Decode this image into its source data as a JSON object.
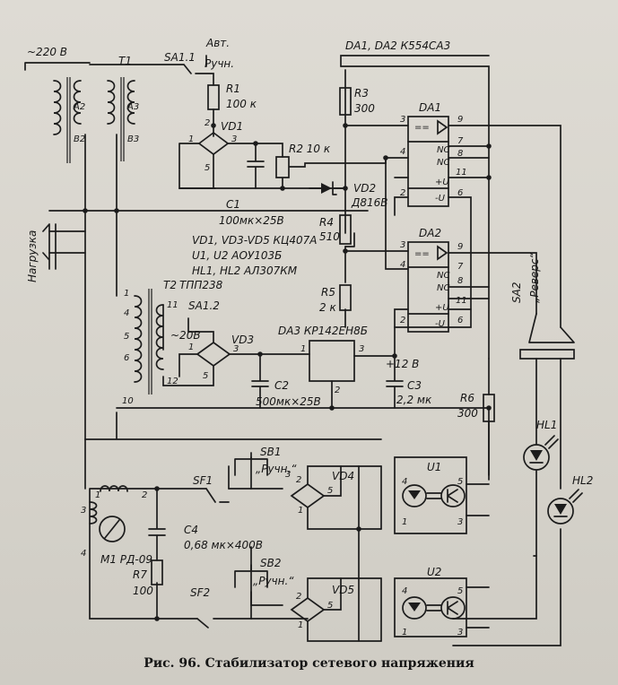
{
  "caption": "Рис. 96. Стабилизатор сетевого напряжения",
  "labels": {
    "mains": "~220 В",
    "t1": "T1",
    "a2": "А2",
    "b2": "В2",
    "a3": "А3",
    "b3": "В3",
    "sa11": "SA1.1",
    "avt": "Авт.",
    "ruchn": "Ручн.",
    "r1": "R1",
    "r1_val": "100 к",
    "vd1": "VD1",
    "c1": "C1",
    "c1_val": "100мк×25В",
    "r2": "R2 10 к",
    "vd2": "VD2",
    "vd2_val": "Д816В",
    "r3": "R3",
    "r3_val": "300",
    "r4": "R4",
    "r4_val": "510",
    "r5": "R5",
    "r5_val": "2 к",
    "da_hdr": "DA1, DA2  К554СА3",
    "da1": "DA1",
    "da2": "DA2",
    "parts1": "VD1, VD3-VD5  КЦ407А",
    "parts2": "U1, U2  АОУ103Б",
    "parts3": "HL1, HL2  АЛ307КМ",
    "load": "Нагрузка",
    "t2": "T2",
    "t2_val": "ТПП238",
    "sa12": "SA1.2",
    "v20": "~20В",
    "vd3": "VD3",
    "da3": "DA3  КР142ЕН8Б",
    "plus12": "+12 В",
    "c2": "C2",
    "c2_val": "500мк×25В",
    "c3": "C3",
    "c3_val": "2,2 мк",
    "r6": "R6",
    "r6_val": "300",
    "sa2": "SA2",
    "revers": "„Реверс“",
    "hl1": "HL1",
    "hl2": "HL2",
    "sb1": "SB1",
    "sb1_ruchn": "„Ручн.“",
    "sb2": "SB2",
    "sb2_ruchn": "„Ручн.“",
    "vd4": "VD4",
    "vd5": "VD5",
    "u1": "U1",
    "u2": "U2",
    "sf1": "SF1",
    "sf2": "SF2",
    "c4": "C4",
    "c4_val": "0,68 мк×400В",
    "r7": "R7",
    "r7_val": "100",
    "m1": "M1  РД-09"
  },
  "pins": {
    "p1": "1",
    "p2": "2",
    "p3": "3",
    "p4": "4",
    "p5": "5",
    "p6": "6",
    "p7": "7",
    "p8": "8",
    "p9": "9",
    "p10": "10",
    "p11": "11",
    "p12": "12"
  },
  "chip": {
    "eq": "==",
    "nc": "NC",
    "vp": "+U",
    "vm": "-U"
  }
}
